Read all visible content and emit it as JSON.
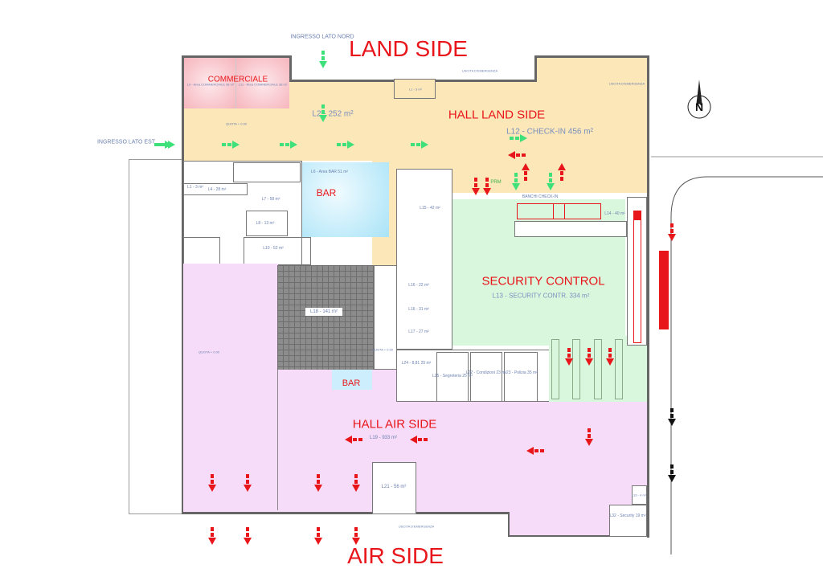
{
  "zones": {
    "land_side": "LAND SIDE",
    "air_side": "AIR SIDE",
    "hall_land_side": "HALL LAND SIDE",
    "hall_air_side": "HALL AIR SIDE",
    "security_control": "SECURITY CONTROL",
    "bar_main": "BAR",
    "bar_air": "BAR",
    "commerciale": "COMMERCIALE"
  },
  "entrances": {
    "north": "INGRESSO LATO NORD",
    "east": "INGRESSO LATO EST",
    "emergency_exit": "USCITA D'EMERGENZA"
  },
  "rooms": {
    "l2": "L2 - 252 m²",
    "l12": "L12 - CHECK-IN 456 m²",
    "l13": "L13 - SECURITY CONTR. 334 m²",
    "l19": "L19 - 933 m²",
    "l18": "L18 - 141 m²",
    "l21": "L21 - 56 m²",
    "l9": "L9 - Area COMMERCIALE 38 m²",
    "l11": "L11 - Area COMMERCIALE 38 m²",
    "l6": "L6 - Area BAR 51 m²",
    "l7": "L7 - 58 m²",
    "l8": "L8 - 13 m²",
    "l10": "L10 - 52 m²",
    "l14": "L14 - 40 m²",
    "l15": "L15 - 42 m²",
    "l16": "L16 - 22 m²",
    "l16b": "L16 - 31 m²",
    "l17": "L17 - 27 m²",
    "l24": "L24 - 8,81 25 m²",
    "l25": "L25 - Segreteria 25 m²",
    "l22": "L22 - Condizioni 23 m²",
    "l23": "L23 - Polizia 35 m²",
    "l32": "L32 - Security 19 m²",
    "l33": "L33 - 4 m²",
    "l1": "L1 - 3 m²",
    "l4": "L4 - 28 m²"
  },
  "misc": {
    "banchi_checkin": "BANCHI CHECK-IN",
    "prm": "PRM",
    "quota": "QUOTA + 0.00",
    "north": "N"
  },
  "colors": {
    "land_hall": "#fbe7b8",
    "air_hall": "#f6dcf8",
    "security": "#d9f7dd",
    "bar": "#cdeefc",
    "commerciale": "#f9c9cf",
    "label_red": "#e8161b",
    "arrow_green": "#3ee07a",
    "arrow_red": "#e8161b"
  }
}
